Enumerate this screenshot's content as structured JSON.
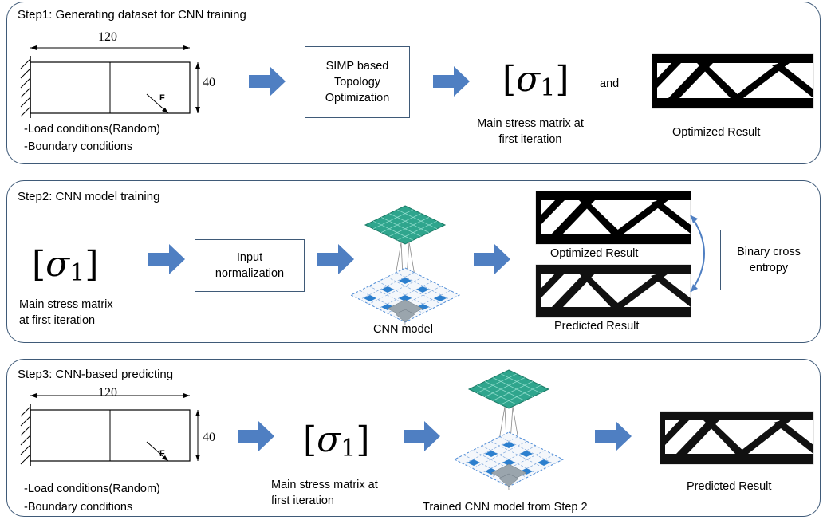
{
  "step1": {
    "title": "Step1: Generating dataset for CNN training",
    "beam": {
      "width_label": "120",
      "height_label": "40",
      "force_label": "F"
    },
    "conditions": [
      "-Load conditions(Random)",
      "-Boundary conditions"
    ],
    "simp_box": [
      "SIMP based",
      "Topology",
      "Optimization"
    ],
    "stress_symbol": "σ",
    "stress_subscript": "1",
    "stress_caption": [
      "Main stress matrix at",
      "first iteration"
    ],
    "and_label": "and",
    "result_caption": "Optimized Result"
  },
  "step2": {
    "title": "Step2: CNN model training",
    "stress_symbol": "σ",
    "stress_subscript": "1",
    "stress_caption": [
      "Main stress matrix",
      "at first iteration"
    ],
    "norm_box": [
      "Input",
      "normalization"
    ],
    "cnn_caption": "CNN model",
    "optimized_caption": "Optimized Result",
    "predicted_caption": "Predicted Result",
    "loss_box": [
      "Binary cross",
      "entropy"
    ]
  },
  "step3": {
    "title": "Step3: CNN-based predicting",
    "beam": {
      "width_label": "120",
      "height_label": "40",
      "force_label": "F"
    },
    "conditions": [
      "-Load conditions(Random)",
      "-Boundary conditions"
    ],
    "stress_symbol": "σ",
    "stress_subscript": "1",
    "stress_caption": [
      "Main stress matrix at",
      "first iteration"
    ],
    "cnn_caption": "Trained CNN model from Step 2",
    "result_caption": "Predicted Result"
  },
  "colors": {
    "arrow": "#4f7fc2",
    "border": "#3f5a78",
    "cnn_top": "#2fa58d",
    "cnn_cell": "#2c7fce",
    "cnn_gray": "#9aa5ad"
  }
}
